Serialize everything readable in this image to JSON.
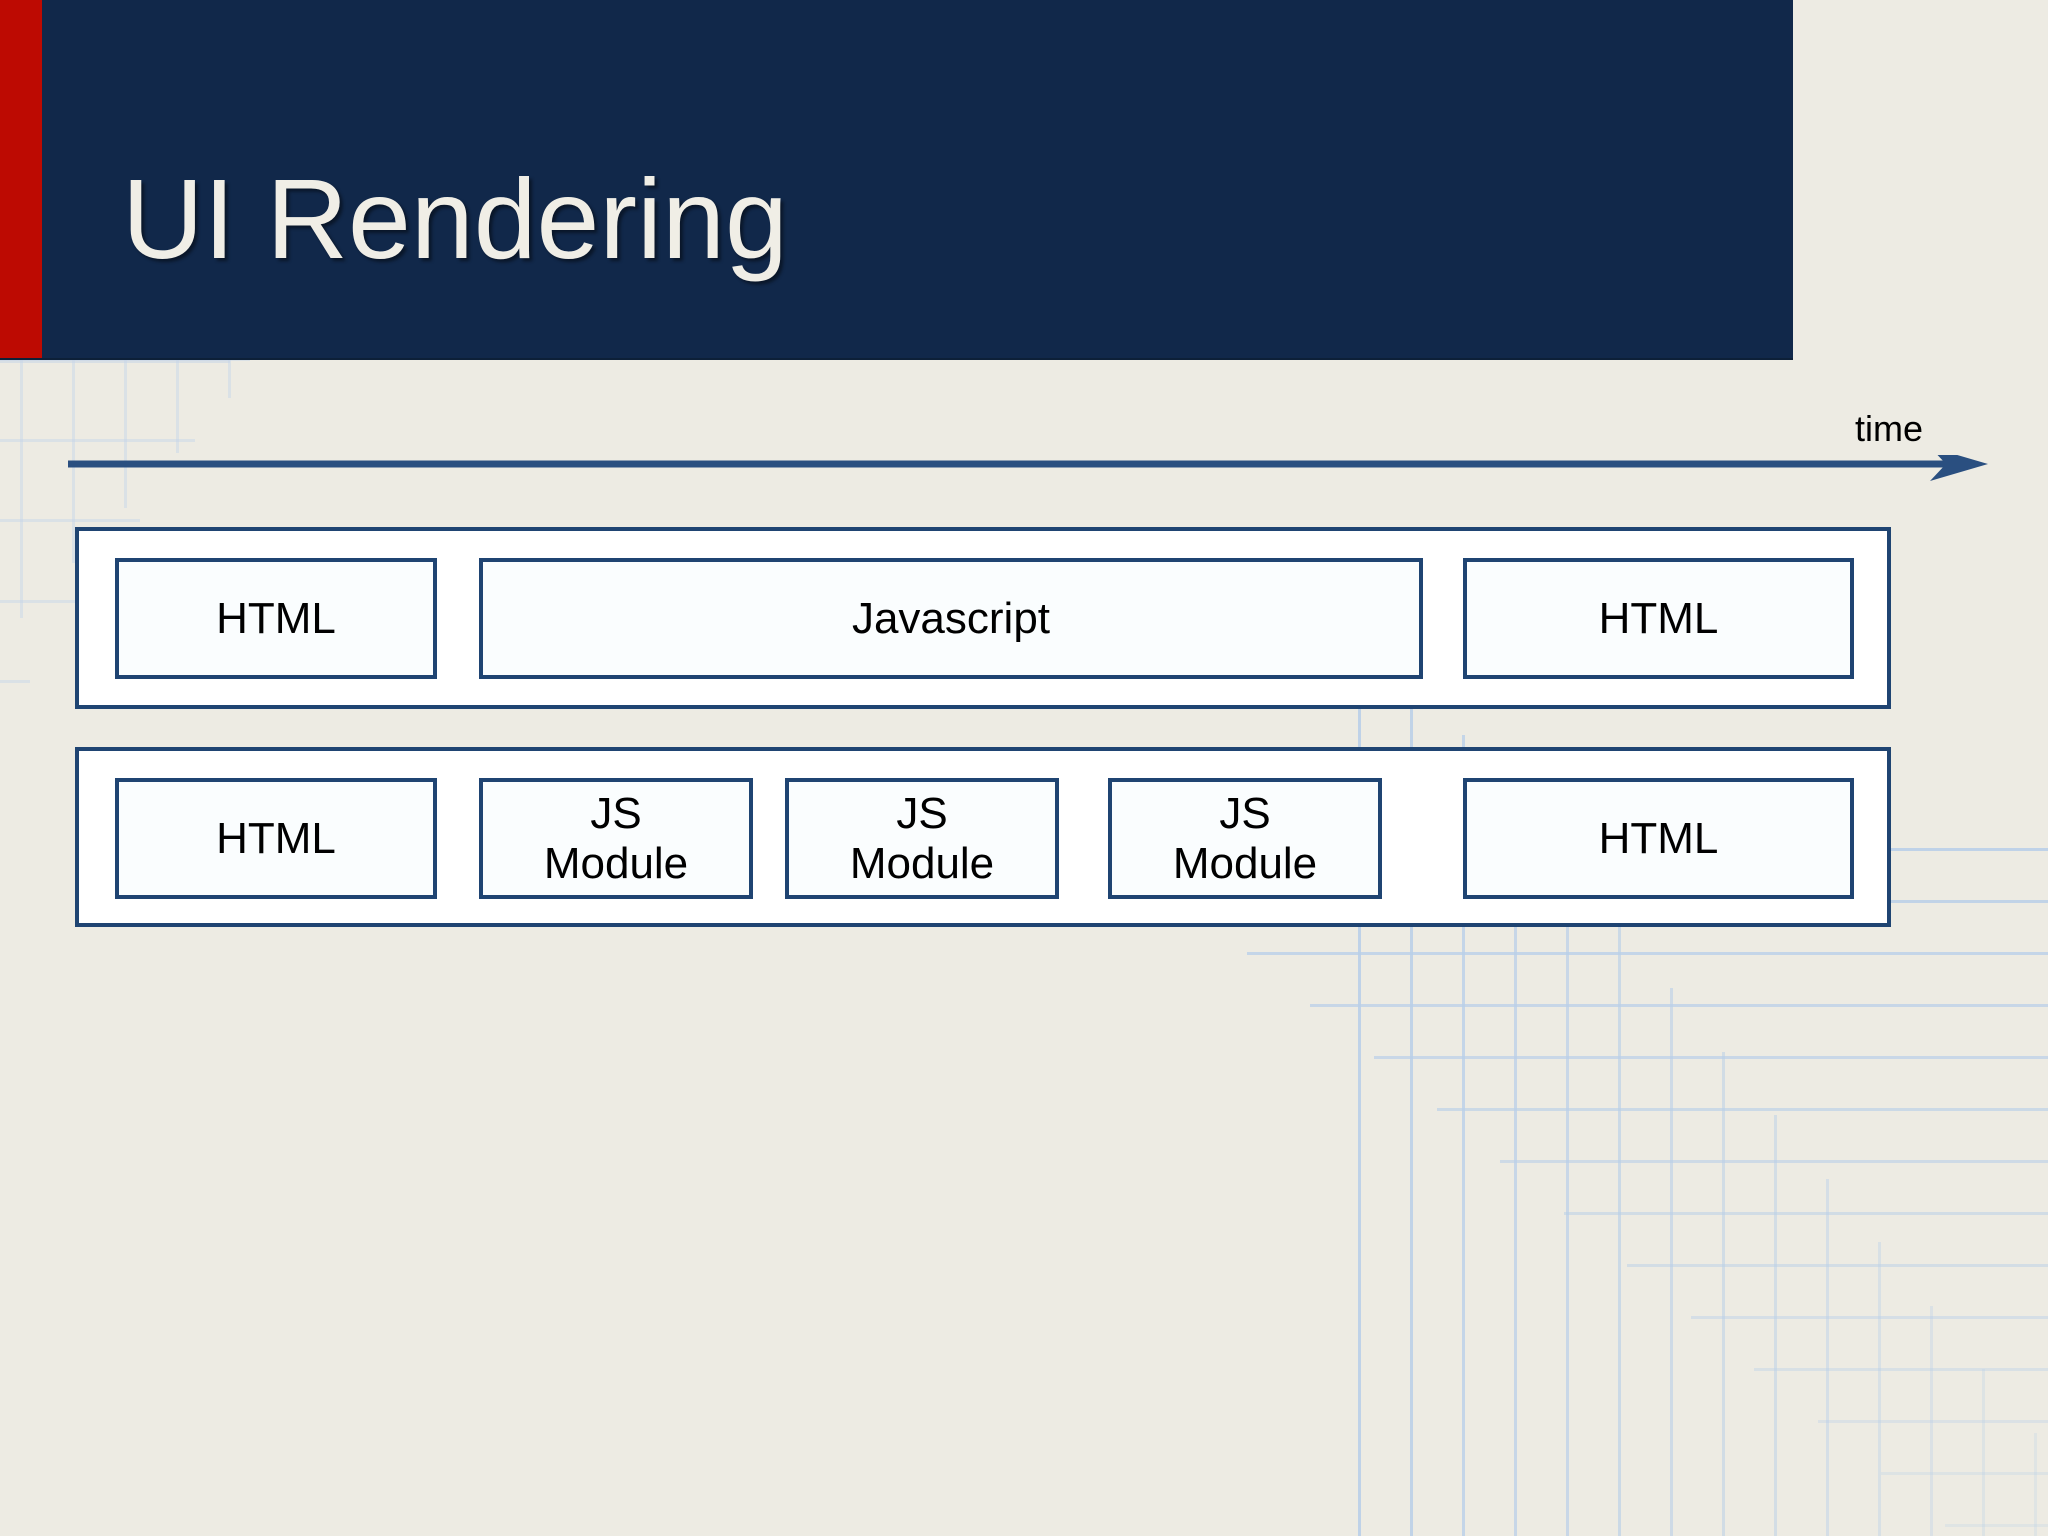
{
  "slide": {
    "title": "UI Rendering",
    "background_color": "#edebe3",
    "header_color": "#11284a",
    "accent_stripe_color": "#bd0a02",
    "title_text_color": "#f0eee6",
    "box_border_color": "#1f4472",
    "box_fill_color": "#fafdfe",
    "grid_decor_color": "#b9cfe8"
  },
  "timeline": {
    "axis_label": "time",
    "direction": "left-to-right",
    "arrow_color": "#2a4f80"
  },
  "diagram": {
    "type": "timeline-sequence",
    "rows": [
      {
        "name": "classic-page-load",
        "segments": [
          {
            "label": "HTML",
            "kind": "html"
          },
          {
            "label": "Javascript",
            "kind": "javascript"
          },
          {
            "label": "HTML",
            "kind": "html"
          }
        ]
      },
      {
        "name": "modular-page-load",
        "segments": [
          {
            "label": "HTML",
            "kind": "html"
          },
          {
            "label": "JS\nModule",
            "kind": "js-module"
          },
          {
            "label": "JS\nModule",
            "kind": "js-module"
          },
          {
            "label": "JS\nModule",
            "kind": "js-module"
          },
          {
            "label": "HTML",
            "kind": "html"
          }
        ]
      }
    ]
  }
}
